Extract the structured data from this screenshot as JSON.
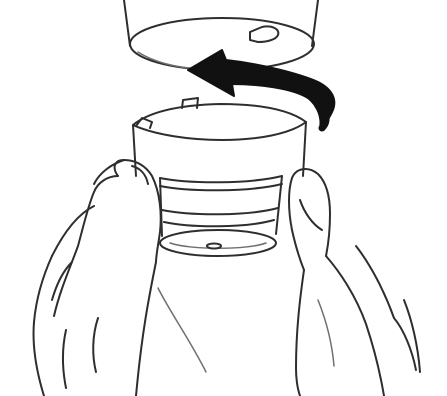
{
  "illustration": {
    "colors": {
      "line": "#2e2e2e",
      "line_light": "#6f6f6f",
      "arrow": "#111111",
      "background": "#ffffff",
      "fill": "#ffffff"
    },
    "parts": [
      "cap",
      "rotate-arrow",
      "bottle-base",
      "left-hand",
      "right-hand"
    ]
  }
}
